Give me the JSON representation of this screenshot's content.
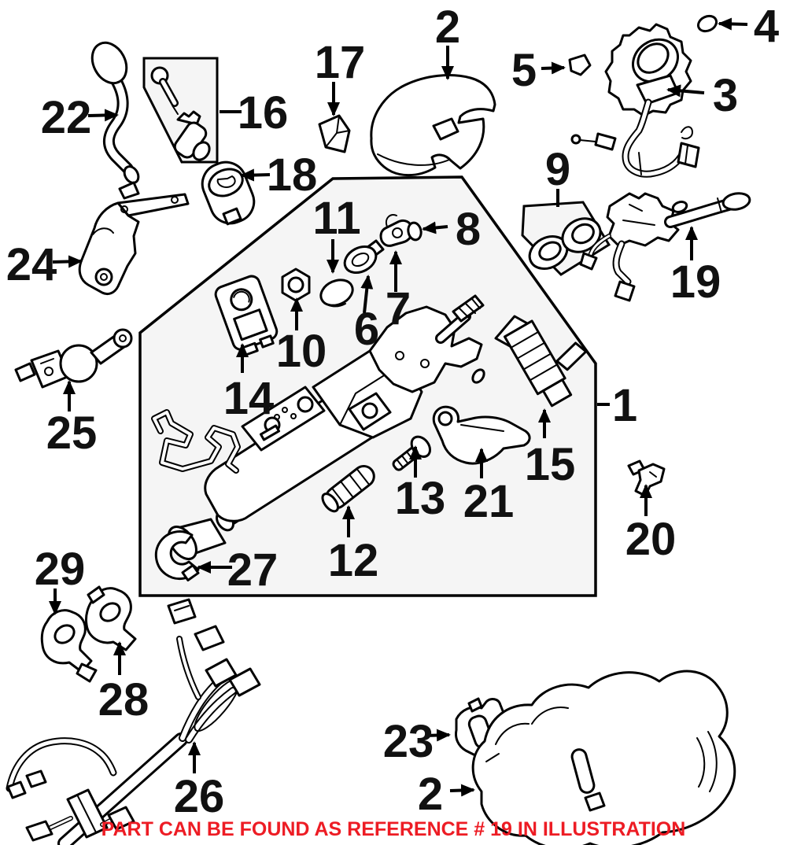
{
  "caption": {
    "text": "PART CAN BE FOUND AS REFERENCE # 19 IN ILLUSTRATION",
    "color": "#ed1c24"
  },
  "colors": {
    "line": "#000000",
    "panel_fill": "#f5f5f5",
    "background": "#ffffff"
  },
  "callouts": [
    {
      "id": "2-top",
      "label": "2"
    },
    {
      "id": "17",
      "label": "17"
    },
    {
      "id": "4",
      "label": "4"
    },
    {
      "id": "5",
      "label": "5"
    },
    {
      "id": "3",
      "label": "3"
    },
    {
      "id": "22",
      "label": "22"
    },
    {
      "id": "16",
      "label": "16"
    },
    {
      "id": "18",
      "label": "18"
    },
    {
      "id": "9",
      "label": "9"
    },
    {
      "id": "24",
      "label": "24"
    },
    {
      "id": "11",
      "label": "11"
    },
    {
      "id": "8",
      "label": "8"
    },
    {
      "id": "19",
      "label": "19"
    },
    {
      "id": "7",
      "label": "7"
    },
    {
      "id": "6",
      "label": "6"
    },
    {
      "id": "10",
      "label": "10"
    },
    {
      "id": "25",
      "label": "25"
    },
    {
      "id": "14",
      "label": "14"
    },
    {
      "id": "1",
      "label": "1"
    },
    {
      "id": "15",
      "label": "15"
    },
    {
      "id": "13",
      "label": "13"
    },
    {
      "id": "21",
      "label": "21"
    },
    {
      "id": "12",
      "label": "12"
    },
    {
      "id": "20",
      "label": "20"
    },
    {
      "id": "27",
      "label": "27"
    },
    {
      "id": "29",
      "label": "29"
    },
    {
      "id": "28",
      "label": "28"
    },
    {
      "id": "26",
      "label": "26"
    },
    {
      "id": "23",
      "label": "23"
    },
    {
      "id": "2-bottom",
      "label": "2"
    }
  ]
}
